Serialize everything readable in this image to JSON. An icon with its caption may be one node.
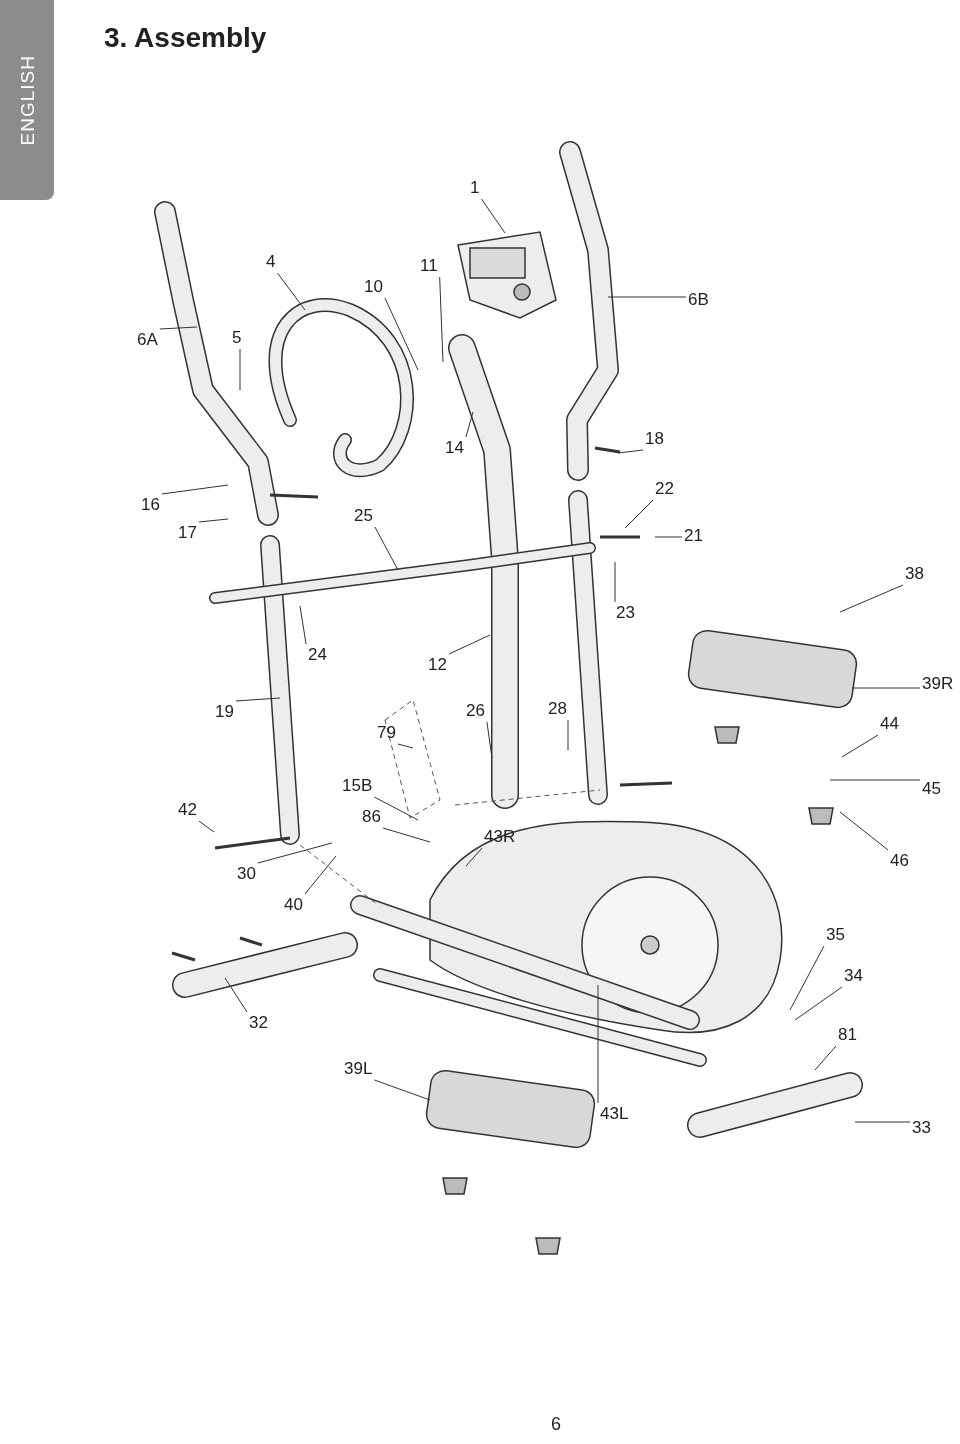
{
  "diagram": {
    "title": "3. Assembly",
    "nodes": [
      {
        "text": [
          "1"
        ]
      },
      {
        "text": [
          "4"
        ]
      },
      {
        "text": [
          "10"
        ]
      },
      {
        "text": [
          "11"
        ]
      },
      {
        "text": [
          "6B"
        ]
      },
      {
        "text": [
          "6A"
        ]
      },
      {
        "text": [
          "5"
        ]
      },
      {
        "text": [
          "14"
        ]
      },
      {
        "text": [
          "18"
        ]
      },
      {
        "text": [
          "16"
        ]
      },
      {
        "text": [
          "22"
        ]
      },
      {
        "text": [
          "17"
        ]
      },
      {
        "text": [
          "25"
        ]
      },
      {
        "text": [
          "21"
        ]
      },
      {
        "text": [
          "38"
        ]
      },
      {
        "text": [
          "23"
        ]
      },
      {
        "text": [
          "24"
        ]
      },
      {
        "text": [
          "12"
        ]
      },
      {
        "text": [
          "39R"
        ]
      },
      {
        "text": [
          "19"
        ]
      },
      {
        "text": [
          "79"
        ]
      },
      {
        "text": [
          "26"
        ]
      },
      {
        "text": [
          "28"
        ]
      },
      {
        "text": [
          "44"
        ]
      },
      {
        "text": [
          "15B"
        ]
      },
      {
        "text": [
          "42"
        ]
      },
      {
        "text": [
          "45"
        ]
      },
      {
        "text": [
          "86"
        ]
      },
      {
        "text": [
          "43R"
        ]
      },
      {
        "text": [
          "30"
        ]
      },
      {
        "text": [
          "46"
        ]
      },
      {
        "text": [
          "40"
        ]
      },
      {
        "text": [
          "35"
        ]
      },
      {
        "text": [
          "34"
        ]
      },
      {
        "text": [
          "32"
        ]
      },
      {
        "text": [
          "81"
        ]
      },
      {
        "text": [
          "39L"
        ]
      },
      {
        "text": [
          "43L"
        ]
      },
      {
        "text": [
          "33"
        ]
      }
    ],
    "edges": [
      {
        "from": 0,
        "to": null,
        "arrow": "none"
      },
      {
        "from": 1,
        "to": null,
        "arrow": "none"
      },
      {
        "from": 2,
        "to": null,
        "arrow": "none"
      },
      {
        "from": 3,
        "to": null,
        "arrow": "none"
      },
      {
        "from": 4,
        "to": null,
        "arrow": "none"
      },
      {
        "from": 5,
        "to": null,
        "arrow": "none"
      },
      {
        "from": 6,
        "to": null,
        "arrow": "none"
      },
      {
        "from": 7,
        "to": null,
        "arrow": "none"
      },
      {
        "from": 8,
        "to": null,
        "arrow": "none"
      },
      {
        "from": 9,
        "to": null,
        "arrow": "none"
      },
      {
        "from": 10,
        "to": null,
        "arrow": "none"
      },
      {
        "from": 11,
        "to": null,
        "arrow": "none"
      },
      {
        "from": 12,
        "to": null,
        "arrow": "none"
      },
      {
        "from": 13,
        "to": null,
        "arrow": "none"
      },
      {
        "from": 14,
        "to": null,
        "arrow": "none"
      },
      {
        "from": 15,
        "to": null,
        "arrow": "none"
      },
      {
        "from": 16,
        "to": null,
        "arrow": "none"
      },
      {
        "from": 17,
        "to": null,
        "arrow": "none"
      },
      {
        "from": 18,
        "to": null,
        "arrow": "none"
      },
      {
        "from": 19,
        "to": null,
        "arrow": "none"
      },
      {
        "from": 20,
        "to": null,
        "arrow": "none"
      },
      {
        "from": 21,
        "to": null,
        "arrow": "none"
      },
      {
        "from": 22,
        "to": null,
        "arrow": "none"
      },
      {
        "from": 23,
        "to": null,
        "arrow": "none"
      },
      {
        "from": 24,
        "to": null,
        "arrow": "none"
      },
      {
        "from": 25,
        "to": null,
        "arrow": "none"
      },
      {
        "from": 26,
        "to": null,
        "arrow": "none"
      },
      {
        "from": 27,
        "to": null,
        "arrow": "none"
      },
      {
        "from": 28,
        "to": null,
        "arrow": "none"
      },
      {
        "from": 29,
        "to": null,
        "arrow": "none"
      },
      {
        "from": 30,
        "to": null,
        "arrow": "none"
      },
      {
        "from": 31,
        "to": null,
        "arrow": "none"
      },
      {
        "from": 32,
        "to": null,
        "arrow": "none"
      },
      {
        "from": 33,
        "to": null,
        "arrow": "none"
      },
      {
        "from": 34,
        "to": null,
        "arrow": "none"
      },
      {
        "from": 35,
        "to": null,
        "arrow": "none"
      },
      {
        "from": 36,
        "to": null,
        "arrow": "none"
      },
      {
        "from": 37,
        "to": null,
        "arrow": "none"
      },
      {
        "from": 38,
        "to": null,
        "arrow": "none"
      }
    ],
    "labels": [
      "ENGLISH",
      "6"
    ]
  }
}
